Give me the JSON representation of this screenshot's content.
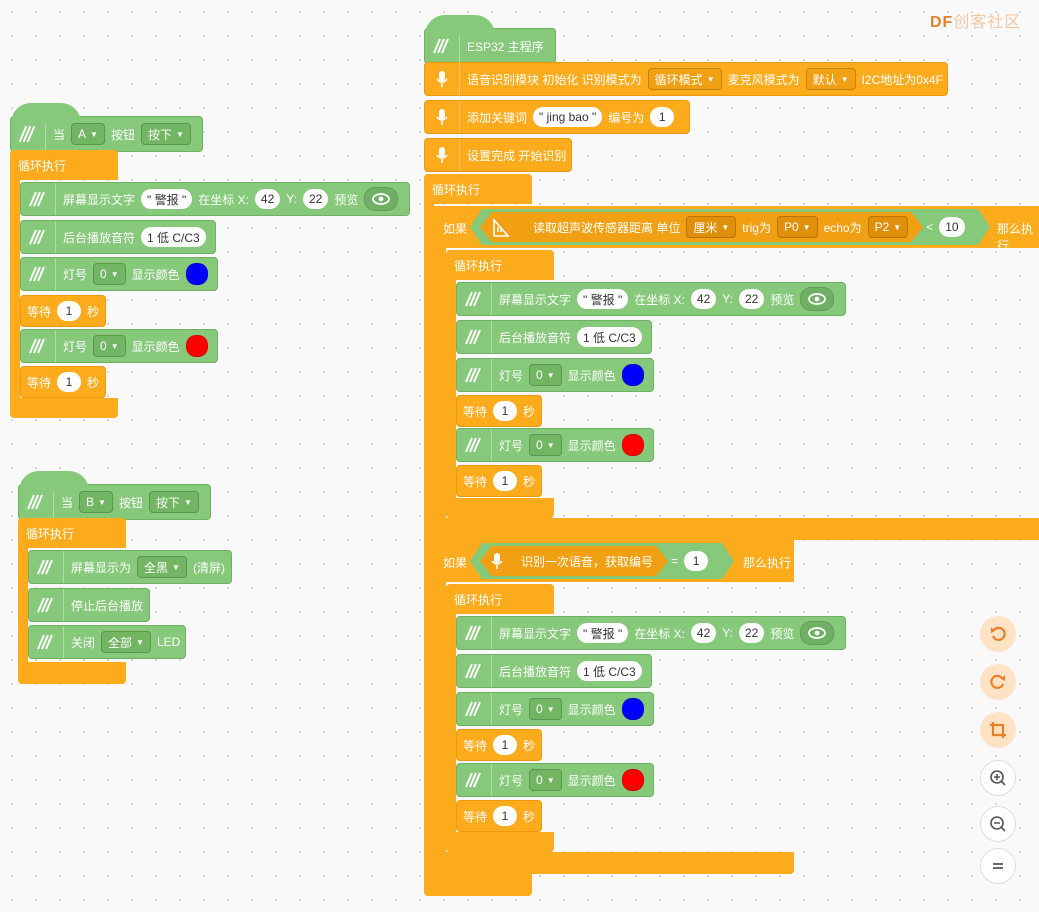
{
  "logo": {
    "df": "DF",
    "text": "创客社区"
  },
  "labels": {
    "when": "当",
    "button": "按钮",
    "loop": "循环执行",
    "wait": "等待",
    "second": "秒",
    "lamp": "灯号",
    "show_color": "显示颜色",
    "show_text": "屏幕显示文字",
    "at_x": "在坐标 X:",
    "y": "Y:",
    "preview": "预览",
    "bg_play": "后台播放音符",
    "if": "如果",
    "then": "那么执行"
  },
  "blockA": {
    "key": "A",
    "action": "按下",
    "text_val": "\" 警报 \"",
    "x": "42",
    "y": "22",
    "note": "1 低 C/C3",
    "lamp1": "0",
    "color1": "#0000ff",
    "wait1": "1",
    "lamp2": "0",
    "color2": "#ff0000",
    "wait2": "1"
  },
  "blockB": {
    "key": "B",
    "action": "按下",
    "screen_show": "屏幕显示为",
    "fill": "全黑",
    "clear": "(清屏)",
    "stop": "停止后台播放",
    "close": "关闭",
    "all": "全部",
    "led": "LED"
  },
  "main": {
    "title": "ESP32 主程序",
    "asr_init": "语音识别模块 初始化 识别模式为",
    "asr_mode": "循环模式",
    "mic_mode_label": "麦克风模式为",
    "mic_mode": "默认",
    "i2c": "I2C地址为0x4F",
    "add_kw": "添加关键词",
    "kw": "\" jing bao \"",
    "num_label": "编号为",
    "num": "1",
    "setup_done": "设置完成 开始识别",
    "ultra": "读取超声波传感器距离 单位",
    "unit": "厘米",
    "trig": "trig为",
    "trig_pin": "P0",
    "echo": "echo为",
    "echo_pin": "P2",
    "lt": "<",
    "dist": "10",
    "then_trunc": "那么执行",
    "recog": "识别一次语音，获取编号",
    "eq": "=",
    "recog_num": "1",
    "text_val": "\" 警报 \"",
    "x": "42",
    "y": "22",
    "note": "1 低 C/C3",
    "lamp": "0",
    "wait": "1",
    "blue": "#0000ff",
    "red": "#ff0000"
  }
}
